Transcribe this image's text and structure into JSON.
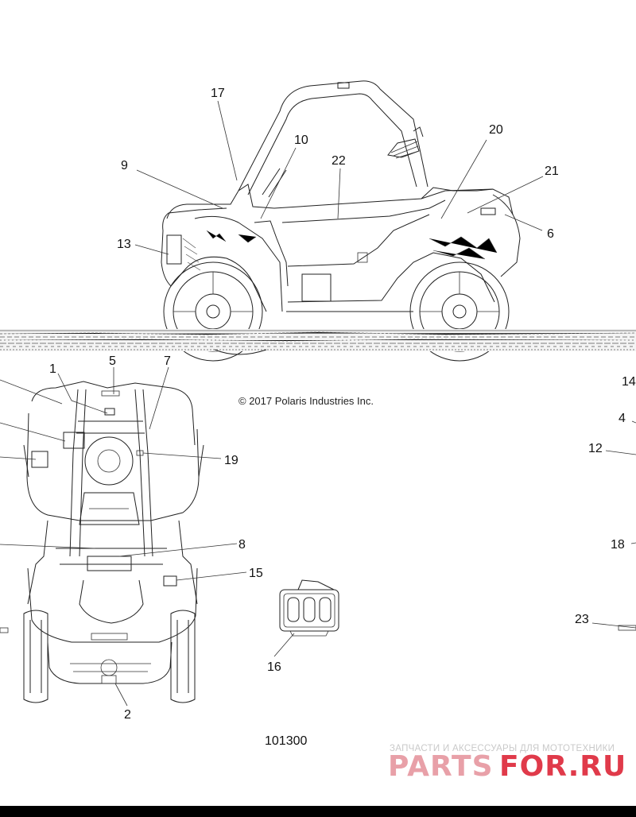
{
  "callouts": {
    "c1": "1",
    "c2": "2",
    "c4": "4",
    "c5": "5",
    "c6": "6",
    "c7": "7",
    "c8": "8",
    "c9": "9",
    "c10": "10",
    "c12": "12",
    "c13": "13",
    "c14": "14",
    "c15": "15",
    "c16": "16",
    "c17": "17",
    "c18": "18",
    "c19": "19",
    "c20": "20",
    "c21": "21",
    "c22": "22",
    "c23": "23"
  },
  "copyright": "© 2017 Polaris Industries Inc.",
  "doc_number": "101300",
  "watermark": {
    "subtitle": "ЗАПЧАСТИ И АКСЕССУАРЫ ДЛЯ МОТОТЕХНИКИ",
    "brand_left": "PARTS",
    "brand_right": "FOR.RU",
    "color_left": "#e8a0a8",
    "color_right": "#e03a4a"
  },
  "colors": {
    "line": "#222222",
    "background": "#ffffff",
    "bar": "#000000"
  }
}
